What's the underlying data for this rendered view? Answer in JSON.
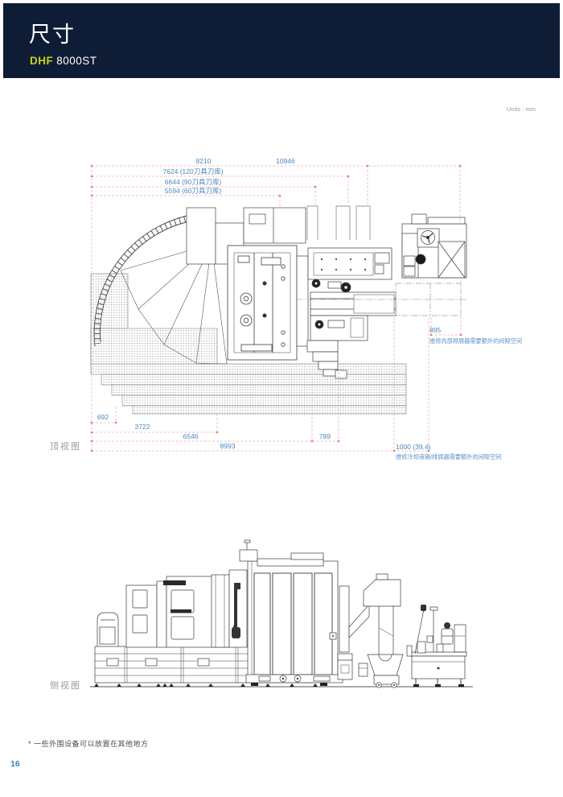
{
  "header": {
    "title": "尺寸",
    "brand": "DHF",
    "model": "8000ST",
    "bg_color": "#0f1c36",
    "brand_color": "#c8d41e"
  },
  "units_note": "Units : mm",
  "top_view": {
    "label": "顶视图",
    "dims": {
      "machine_width": "8210",
      "total_width": "10946",
      "atc120": "7624 (120刀具刀库)",
      "atc90": "6644 (90刀具刀库)",
      "atc60": "5594 (60刀具刀库)",
      "front_offset": "692",
      "front_a": "3722",
      "front_b": "6546",
      "front_c": "789",
      "front_total": "8993",
      "coolant_clearance": "1000 (39.4)",
      "conveyor_clearance": "895"
    },
    "notes": {
      "conveyor": "维修内部排屑器需要额外的间隙空间",
      "coolant": "维修冷却液箱/排屑器需要额外的间隙空间"
    }
  },
  "side_view": {
    "label": "侧视图"
  },
  "footnote": "* 一些外围设备可以放置在其他地方",
  "page_number": "16",
  "colors": {
    "dim_line": "#efb3b3",
    "dim_marker": "#dd7777",
    "dim_text": "#4e87c0",
    "note_text": "#5b90c8",
    "drawing_stroke": "#3c3c3c",
    "phantom": "#999999",
    "label_gray": "#9a9a9a",
    "page_number_blue": "#3d7dc0"
  }
}
